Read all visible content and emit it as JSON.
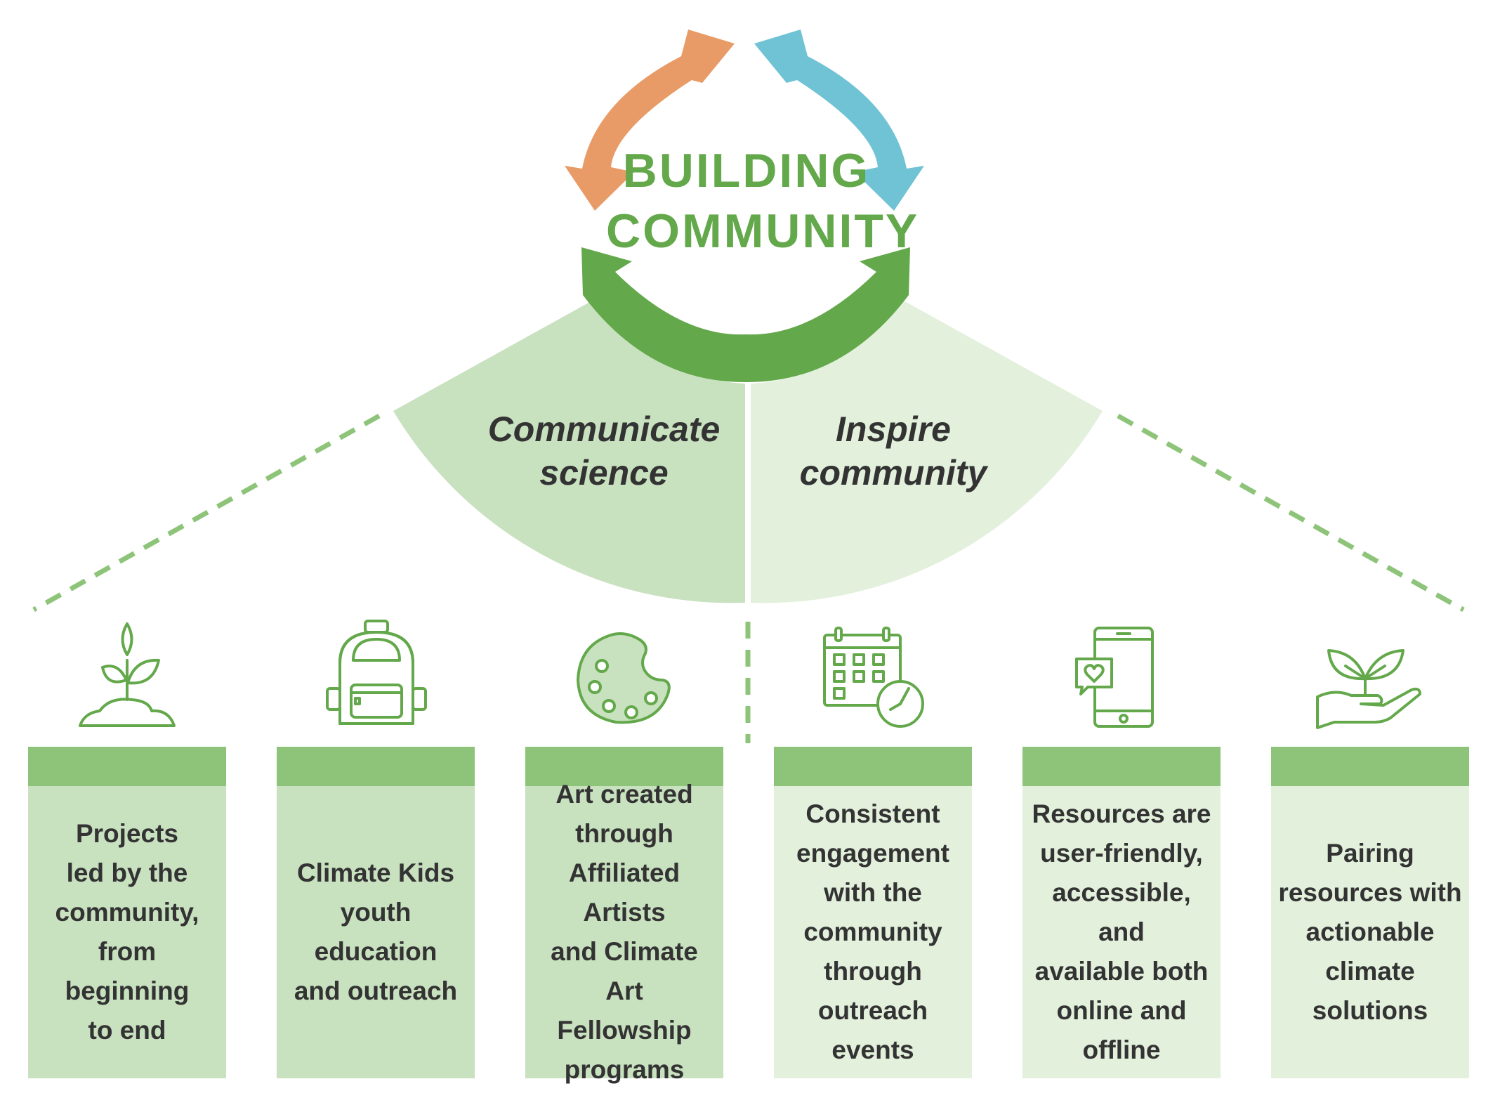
{
  "title": {
    "line1": "BUILDING",
    "line2": "COMMUNITY"
  },
  "colors": {
    "green": "#63a84a",
    "orange": "#e89b66",
    "blue": "#6fc3d4",
    "box_header": "#8ec479",
    "box_dark": "#c8e1bf",
    "box_light": "#e2f0dc",
    "text": "#333333"
  },
  "cycle_arrows": [
    {
      "name": "orange-cycle-arrow",
      "color": "#e89b66"
    },
    {
      "name": "blue-cycle-arrow",
      "color": "#6fc3d4"
    },
    {
      "name": "green-cycle-arrow",
      "color": "#63a84a"
    }
  ],
  "branches": {
    "left": {
      "line1": "Communicate",
      "line2": "science"
    },
    "right": {
      "line1": "Inspire",
      "line2": "community"
    }
  },
  "boxes": [
    {
      "icon": "sprout-icon",
      "text": "Projects\nled by the\ncommunity,\nfrom beginning\nto end",
      "branch": "left"
    },
    {
      "icon": "backpack-icon",
      "text": "Climate Kids\nyouth education\nand outreach",
      "branch": "left"
    },
    {
      "icon": "paint-palette-icon",
      "text": "Art created\nthrough\nAffiliated Artists\nand Climate Art\nFellowship\nprograms",
      "branch": "left"
    },
    {
      "icon": "calendar-clock-icon",
      "text": "Consistent\nengagement\nwith the\ncommunity\nthrough\noutreach events",
      "branch": "right"
    },
    {
      "icon": "smartphone-heart-icon",
      "text": "Resources are\nuser-friendly,\naccessible, and\navailable both\nonline and\noffline",
      "branch": "right"
    },
    {
      "icon": "hand-plant-icon",
      "text": "Pairing\nresources with\nactionable\nclimate\nsolutions",
      "branch": "right"
    }
  ]
}
